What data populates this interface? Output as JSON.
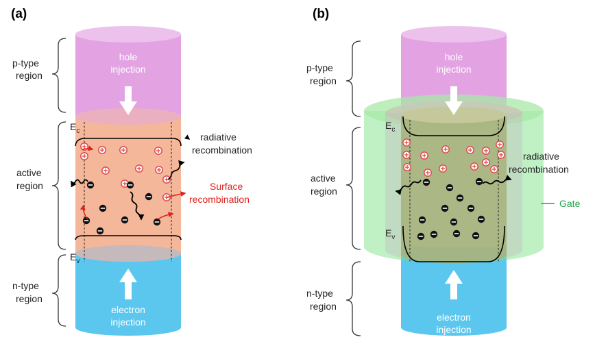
{
  "panel_a": {
    "tag": "(a)",
    "regions": {
      "p_type": [
        "p-type",
        "region"
      ],
      "active": [
        "active",
        "region"
      ],
      "n_type": [
        "n-type",
        "region"
      ]
    },
    "hole_injection": [
      "hole",
      "injection"
    ],
    "electron_injection": [
      "electron",
      "injection"
    ],
    "ec": "E",
    "ec_sub": "c",
    "ev": "E",
    "ev_sub": "v",
    "radiative": [
      "radiative",
      "recombination"
    ],
    "surface": [
      "Surface",
      "recombination"
    ]
  },
  "panel_b": {
    "tag": "(b)",
    "regions": {
      "p_type": [
        "p-type",
        "region"
      ],
      "active": [
        "active",
        "region"
      ],
      "n_type": [
        "n-type",
        "region"
      ]
    },
    "hole_injection": [
      "hole",
      "injection"
    ],
    "electron_injection": [
      "electron",
      "injection"
    ],
    "ec": "E",
    "ec_sub": "c",
    "ev": "E",
    "ev_sub": "v",
    "radiative": [
      "radiative",
      "recombination"
    ],
    "gate": "Gate"
  },
  "colors": {
    "p_region": "#e3a3e3",
    "active_region": "#f4b79a",
    "n_region": "#5bc7ef",
    "gate": "#72e07e",
    "gate_label": "#1fa34a",
    "surface_label": "#e0211c",
    "hole": "#e05050"
  }
}
